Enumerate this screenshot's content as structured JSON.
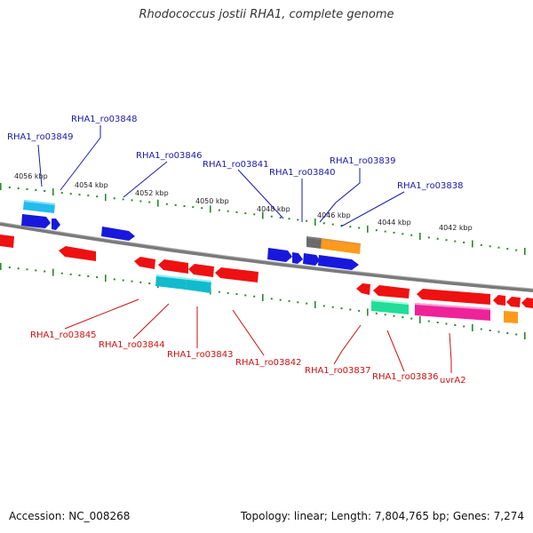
{
  "title": "Rhodococcus jostii RHA1, complete genome",
  "footer": {
    "accession": "Accession: NC_008268",
    "topology": "Topology: linear; Length: 7,804,765 bp; Genes: 7,274"
  },
  "colors": {
    "backbone": "#808080",
    "tick": "#2a8a2a",
    "label_top": "#1a1aaa",
    "label_bottom": "#cc1111"
  },
  "scale": [
    "4056 kbp",
    "4054 kbp",
    "4052 kbp",
    "4050 kbp",
    "4048 kbp",
    "4046 kbp",
    "4044 kbp",
    "4042 kbp"
  ],
  "top_labels": [
    "RHA1_ro03849",
    "RHA1_ro03848",
    "RHA1_ro03846",
    "RHA1_ro03841",
    "RHA1_ro03840",
    "RHA1_ro03839",
    "RHA1_ro03838"
  ],
  "bottom_labels": [
    "RHA1_ro03845",
    "RHA1_ro03844",
    "RHA1_ro03843",
    "RHA1_ro03842",
    "RHA1_ro03837",
    "RHA1_ro03836",
    "uvrA2"
  ]
}
